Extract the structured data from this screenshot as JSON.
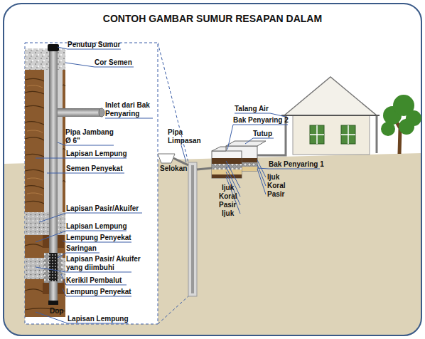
{
  "diagram": {
    "title": "CONTOH GAMBAR SUMUR RESAPAN DALAM",
    "labels": [
      "Penutup Sumur",
      "Cor Semen",
      "Inlet dari Bak Penyaring",
      "Pipa Jambang Ø 6\"",
      "Lapisan Lempung",
      "Semen Penyekat",
      "Lapisan Pasir/Akuifer",
      "Lapisan Lempung",
      "Lempung Penyekat",
      "Saringan",
      "Lapisan Pasir/ Akuifer yang diimbuhi",
      "Kerikil Pembalut",
      "Lempung Penyekat",
      "Dop",
      "Lapisan Lempung",
      "Talang Air",
      "Bak Penyaring 2",
      "Tutup",
      "Pipa Limpasan",
      "Selokan",
      "Bak Penyaring 1",
      "Ijuk",
      "Koral",
      "Pasir",
      "Ijuk",
      "Koral",
      "Pasir",
      "Ijuk"
    ]
  }
}
